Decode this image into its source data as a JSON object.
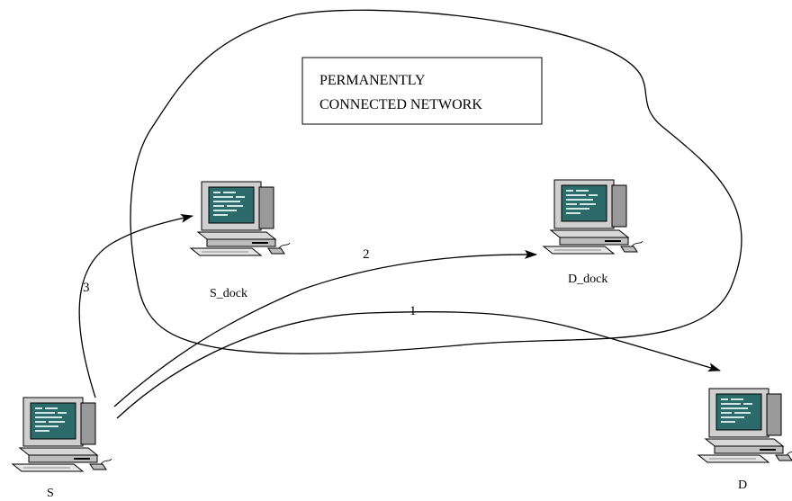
{
  "network_box": {
    "line1": "PERMANENTLY",
    "line2": "CONNECTED NETWORK"
  },
  "nodes": {
    "s": {
      "label": "S",
      "icon": "computer-icon"
    },
    "s_dock": {
      "label": "S_dock",
      "icon": "computer-icon"
    },
    "d_dock": {
      "label": "D_dock",
      "icon": "computer-icon"
    },
    "d": {
      "label": "D",
      "icon": "computer-icon"
    }
  },
  "paths": {
    "p1": "1",
    "p2": "2",
    "p3": "3"
  },
  "colors": {
    "screen": "#2d6b6b",
    "screen_text": "#cfe8e8",
    "case": "#cfcfcf",
    "case_shadow": "#8a8a8a",
    "line": "#000000"
  }
}
